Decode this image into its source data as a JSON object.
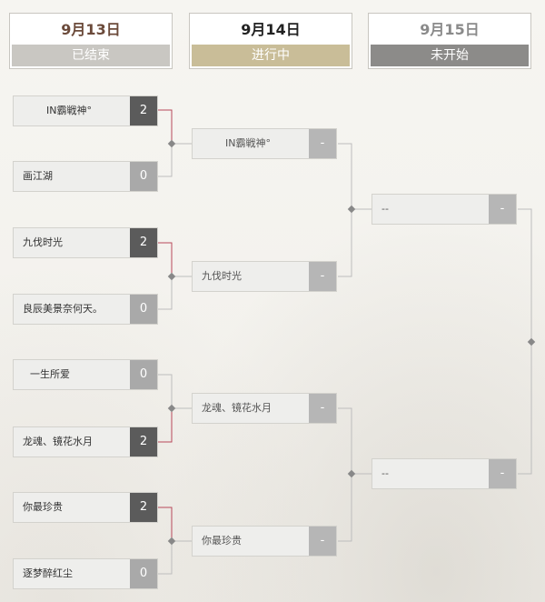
{
  "days": [
    {
      "date": "9月13日",
      "status": "已结束",
      "date_color": "#6b4a3a",
      "status_bg": "#c9c7c2"
    },
    {
      "date": "9月14日",
      "status": "进行中",
      "date_color": "#222222",
      "status_bg": "#c9bd98"
    },
    {
      "date": "9月15日",
      "status": "未开始",
      "date_color": "#8a8a8a",
      "status_bg": "#8c8b89"
    }
  ],
  "round1": [
    {
      "name": "IN霸戦神°",
      "score": "2",
      "result": "win"
    },
    {
      "name": "画江湖",
      "score": "0",
      "result": "lose"
    },
    {
      "name": "九伐时光",
      "score": "2",
      "result": "win"
    },
    {
      "name": "良辰美景奈何天。",
      "score": "0",
      "result": "lose"
    },
    {
      "name": "一生所爱",
      "score": "0",
      "result": "lose"
    },
    {
      "name": "龙魂、镜花水月",
      "score": "2",
      "result": "win"
    },
    {
      "name": "你最珍贵",
      "score": "2",
      "result": "win"
    },
    {
      "name": "逐梦醉红尘",
      "score": "0",
      "result": "lose"
    }
  ],
  "round2": [
    {
      "name": "IN霸戦神°",
      "score": "-"
    },
    {
      "name": "九伐时光",
      "score": "-"
    },
    {
      "name": "龙魂、镜花水月",
      "score": "-"
    },
    {
      "name": "你最珍贵",
      "score": "-"
    }
  ],
  "round3": [
    {
      "name": "--",
      "score": "-"
    },
    {
      "name": "--",
      "score": "-"
    }
  ],
  "colors": {
    "winner_line": "#b8485a",
    "line": "#bdbdbd",
    "node": "#888888"
  }
}
